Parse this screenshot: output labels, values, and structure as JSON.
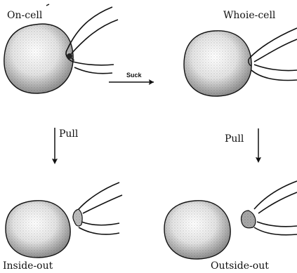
{
  "labels": {
    "on_cell": "On-cell",
    "whole_cell": "Whoie-cell",
    "inside_out": "Inside-out",
    "outside_out": "Outside-out",
    "suck": "Suck",
    "pull_left": "Pull",
    "pull_right": "Pull"
  },
  "colors": {
    "ink": "#111111",
    "cell_fill": "#c9c9c9",
    "background": "#ffffff"
  }
}
